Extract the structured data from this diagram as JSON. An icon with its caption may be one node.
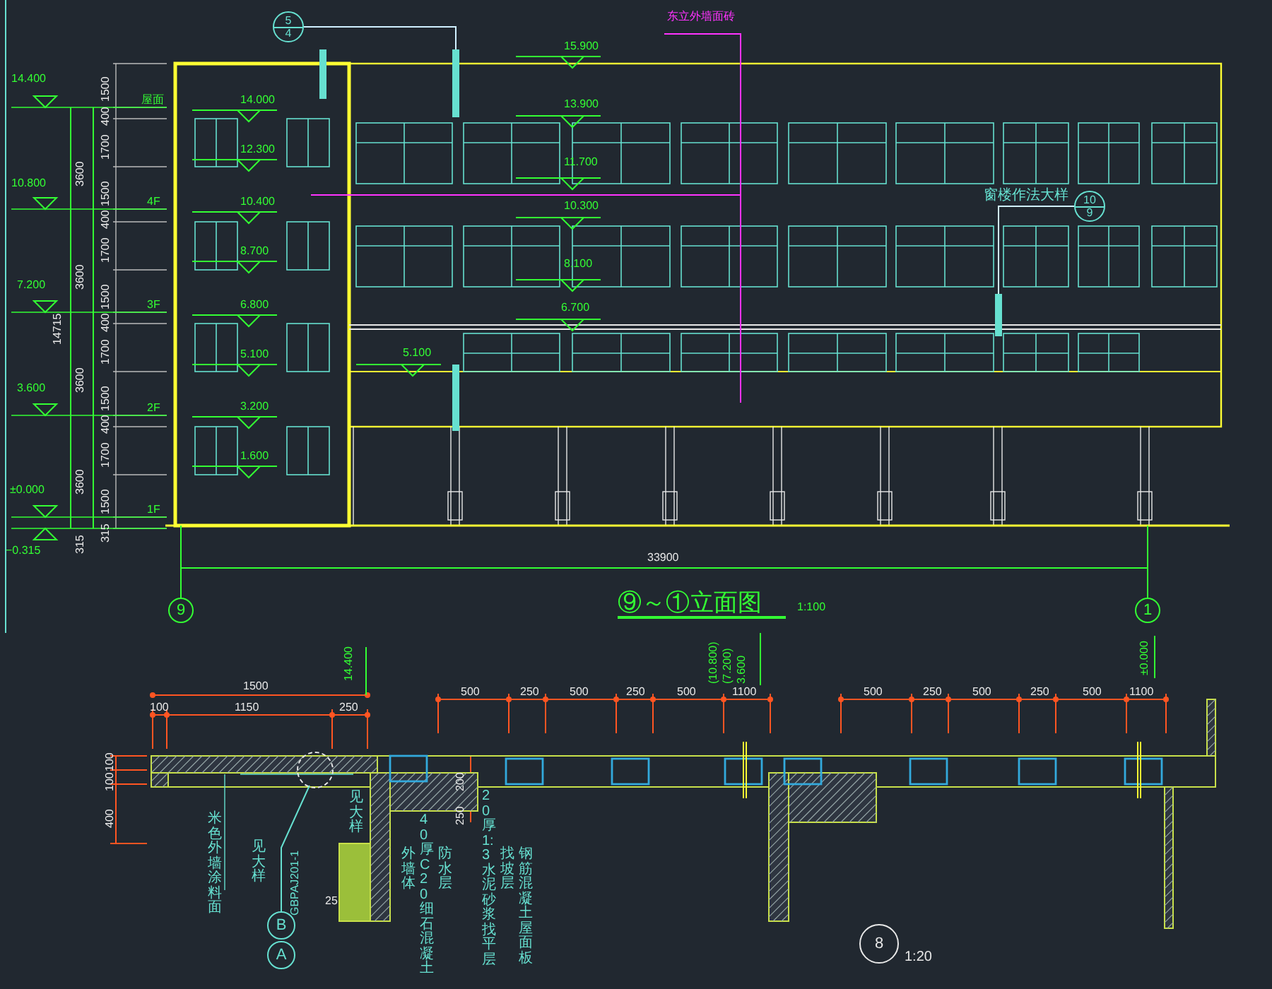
{
  "diagram": {
    "title": "⑨～①立面图",
    "nodes": [
      {
        "text": [
          "5",
          "4"
        ]
      },
      {
        "text": [],
        "shape": "bar"
      },
      {
        "text": [
          "10",
          "9"
        ]
      },
      {
        "text": [],
        "shape": "bar"
      },
      {
        "text": [
          "9"
        ]
      },
      {
        "text": [
          "1"
        ]
      },
      {
        "text": [
          "8"
        ],
        "beside": [
          "1:20"
        ]
      },
      {
        "text": [
          "B"
        ]
      },
      {
        "text": [
          "A"
        ]
      },
      {
        "text": [],
        "shape": "circle"
      }
    ],
    "edges": [
      {
        "from": 0,
        "to": 1,
        "arrow": "none"
      },
      {
        "from": 2,
        "to": 3,
        "arrow": "none",
        "label": "窗楼作法大样"
      },
      {
        "from": 7,
        "to": 9,
        "arrow": "none",
        "color": "#66e0d0"
      }
    ],
    "labels": [
      "14.400",
      "10.800",
      "7.200",
      "3.600",
      "±0.000",
      "−0.315",
      "14715",
      "3600",
      "3600",
      "3600",
      "3600",
      "315",
      "1500",
      "400",
      "1700",
      "1500",
      "400",
      "1700",
      "1500",
      "400",
      "1700",
      "1500",
      "400",
      "1700",
      "1500",
      "315",
      "屋面",
      "4F",
      "3F",
      "2F",
      "1F",
      "14.000",
      "12.300",
      "10.400",
      "8.700",
      "6.800",
      "5.100",
      "3.200",
      "1.600",
      "15.900",
      "13.900",
      "11.700",
      "10.300",
      "8.100",
      "6.700",
      "5.100",
      "33900",
      "1:100",
      "1500",
      "100",
      "1150",
      "250",
      "14.400",
      "100",
      "100",
      "400",
      "500",
      "250",
      "500",
      "250",
      "500",
      "1100",
      "(10.800)",
      "(7.200)",
      "3.600",
      "200",
      "250",
      "500",
      "250",
      "500",
      "250",
      "500",
      "1100",
      "±0.000",
      "米色外墙涂料面",
      "见大样",
      "见大样",
      "GBPAJ201-1",
      "25",
      "外墙体",
      "40厚C20细石混凝土",
      "防水层",
      "20厚1:3水泥砂浆找平层",
      "找坡层",
      "钢筋混凝土屋面板",
      "东立外墙面砖"
    ]
  }
}
